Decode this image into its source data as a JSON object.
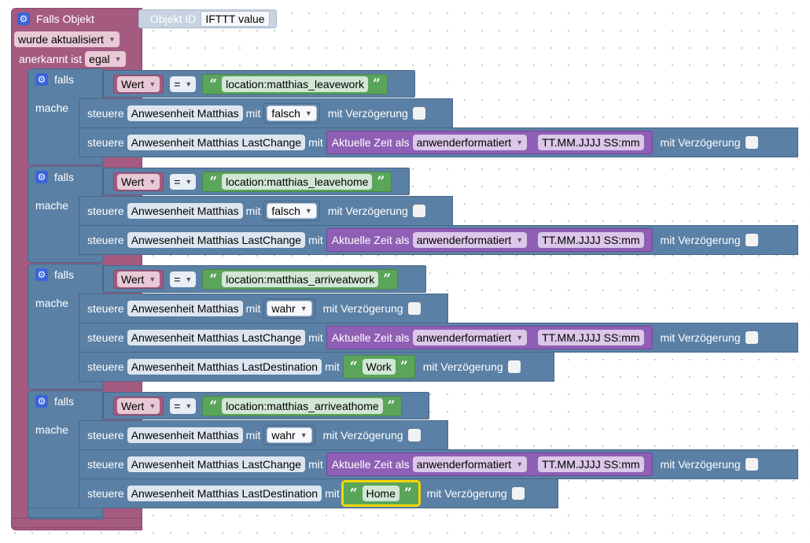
{
  "header": {
    "trigger_label": "Falls Objekt",
    "object_id_label": "Objekt ID",
    "object_id_value": "IFTTT value",
    "event_select": "wurde aktualisiert",
    "ack_label": "anerkannt ist",
    "ack_select": "egal"
  },
  "labels": {
    "if": "falls",
    "do": "mache",
    "set": "steuere",
    "with": "mit",
    "delay": "mit Verzögerung",
    "value_var": "Wert",
    "eq_op": "=",
    "now_label": "Aktuelle Zeit als",
    "time_format_select": "anwenderformatiert",
    "time_format_pattern": "TT.MM.JJJJ SS:mm"
  },
  "states": {
    "presence": "Anwesenheit Matthias",
    "last_change": "Anwesenheit Matthias LastChange",
    "last_destination": "Anwesenheit Matthias LastDestination"
  },
  "blocks": [
    {
      "location": "location:matthias_leavework",
      "presence_value": "falsch"
    },
    {
      "location": "location:matthias_leavehome",
      "presence_value": "falsch"
    },
    {
      "location": "location:matthias_arriveatwork",
      "presence_value": "wahr",
      "destination": "Work"
    },
    {
      "location": "location:matthias_arriveathome",
      "presence_value": "wahr",
      "destination": "Home"
    }
  ],
  "colors": {
    "event_block": "#a55b80",
    "logic_block": "#5b80a5",
    "text_block": "#5ba55b",
    "time_block": "#8f5fb5",
    "selected_outline": "#f5d600",
    "gear_icon": "#3a65d8"
  }
}
